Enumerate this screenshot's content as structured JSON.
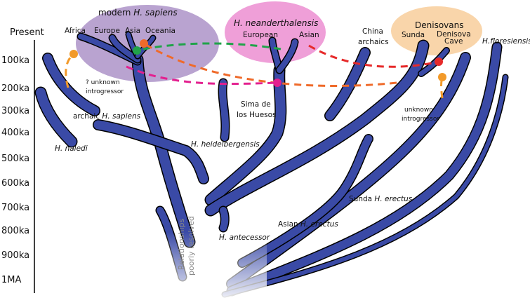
{
  "time_axis": [
    "Present",
    "100ka",
    "200ka",
    "300ka",
    "400ka",
    "500ka",
    "600ka",
    "700ka",
    "800ka",
    "900ka",
    "1MA"
  ],
  "groups": {
    "sapiens": {
      "title_prefix": "modern ",
      "title_species": "H. sapiens",
      "regions": [
        "Africa",
        "Europe",
        "Asia",
        "Oceania"
      ],
      "color": "#b9a3d0"
    },
    "neanderthal": {
      "title": "H. neanderthalensis",
      "regions": [
        "European",
        "Asian"
      ],
      "color": "#ef9fd8"
    },
    "denisovans": {
      "title": "Denisovans",
      "regions": [
        "Sunda",
        "Denisova",
        "Cave"
      ],
      "color": "#f9d5aa"
    }
  },
  "labels": {
    "china_1": "China",
    "china_2": "archaics",
    "floresiensis": "H.floresiensis",
    "unknown_q_1": "? unknown",
    "unknown_q_2": "introgressor",
    "unknown_1": "unknown",
    "unknown_2": "introgressor",
    "archaic_prefix": "archaic ",
    "archaic_species": "H. sapiens",
    "naledi": "H. naledi",
    "sima_1": "Sima de",
    "sima_2": "los Huesos",
    "heidelbergensis": "H. heidelbergensis",
    "antecessor": "H. antecessor",
    "asian_erectus_prefix": "Asian ",
    "asian_erectus_species": "H. erectus",
    "sunda_erectus_prefix": "Sunda ",
    "sunda_erectus_species": "H. erectus",
    "poor_1": "Relationships",
    "poor_2": "poorly resolved"
  },
  "colors": {
    "branch": "#3a4aa6",
    "outline": "#000000",
    "green": "#21a34a",
    "orange": "#ef6a2a",
    "magenta": "#e3208f",
    "red": "#e62a2a",
    "amber": "#f29a2a"
  }
}
